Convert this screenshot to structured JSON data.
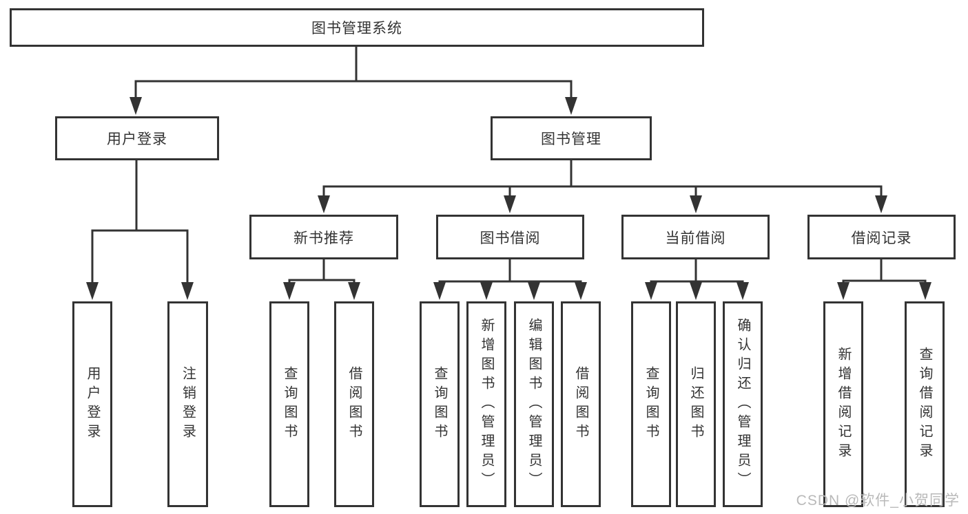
{
  "diagram": {
    "type": "hierarchy-tree",
    "title": "图书管理系统",
    "colors": {
      "line": "#333333",
      "text": "#333333",
      "box_background": "#ffffff",
      "watermark": "#b9b9b9"
    }
  },
  "watermark": {
    "text": "CSDN @软件_小贺同学"
  },
  "nodes": {
    "root": {
      "label": "图书管理系统"
    },
    "user_login": {
      "label": "用户登录"
    },
    "book_mgmt": {
      "label": "图书管理"
    },
    "new_book_rec": {
      "label": "新书推荐"
    },
    "book_borrow": {
      "label": "图书借阅"
    },
    "current_borrow": {
      "label": "当前借阅"
    },
    "borrow_records": {
      "label": "借阅记录"
    },
    "user_login_leaf": {
      "label": "用户登录"
    },
    "logout": {
      "label": "注销登录"
    },
    "rec_query": {
      "label": "查询图书"
    },
    "rec_borrow": {
      "label": "借阅图书"
    },
    "bb_query": {
      "label": "查询图书"
    },
    "bb_add": {
      "label": "新增图书（管理员）"
    },
    "bb_edit": {
      "label": "编辑图书（管理员）"
    },
    "bb_borrow": {
      "label": "借阅图书"
    },
    "cb_query": {
      "label": "查询图书"
    },
    "cb_return": {
      "label": "归还图书"
    },
    "cb_confirm": {
      "label": "确认归还（管理员）"
    },
    "br_add": {
      "label": "新增借阅记录"
    },
    "br_query": {
      "label": "查询借阅记录"
    }
  },
  "edges": [
    {
      "from": "图书管理系统",
      "to": [
        "用户登录",
        "图书管理"
      ]
    },
    {
      "from": "用户登录",
      "to": [
        "用户登录",
        "注销登录"
      ]
    },
    {
      "from": "图书管理",
      "to": [
        "新书推荐",
        "图书借阅",
        "当前借阅",
        "借阅记录"
      ]
    },
    {
      "from": "新书推荐",
      "to": [
        "查询图书",
        "借阅图书"
      ]
    },
    {
      "from": "图书借阅",
      "to": [
        "查询图书",
        "新增图书（管理员）",
        "编辑图书（管理员）",
        "借阅图书"
      ]
    },
    {
      "from": "当前借阅",
      "to": [
        "查询图书",
        "归还图书",
        "确认归还（管理员）"
      ]
    },
    {
      "from": "借阅记录",
      "to": [
        "新增借阅记录",
        "查询借阅记录"
      ]
    }
  ]
}
